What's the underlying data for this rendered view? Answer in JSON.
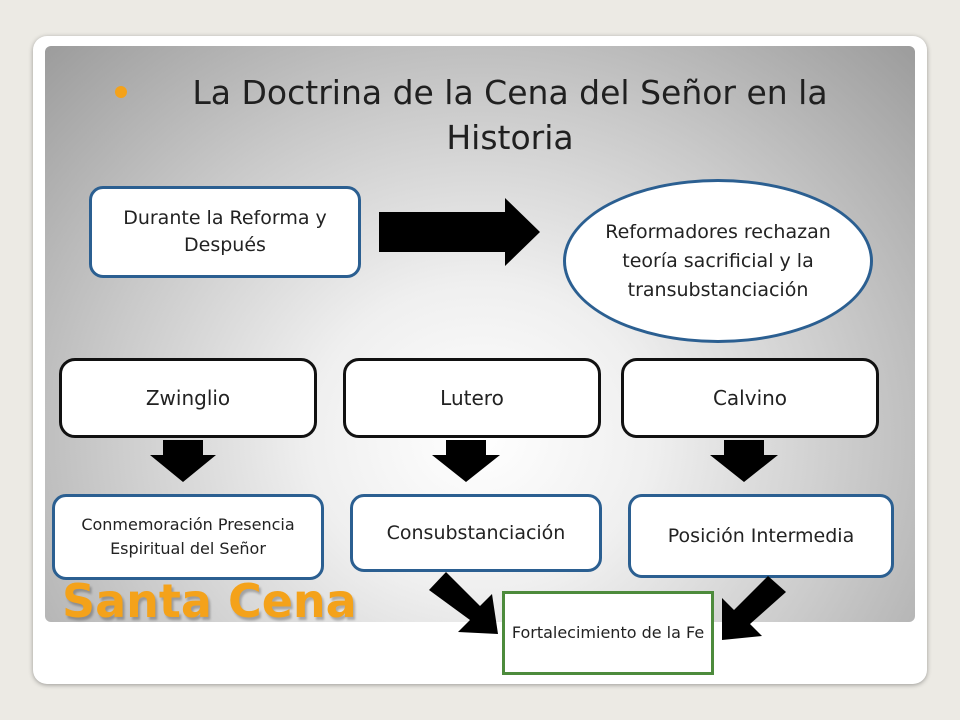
{
  "title": "La Doctrina de la Cena del Señor en la Historia",
  "watermark": "Santa Cena",
  "top_left_box": "Durante la Reforma y Después",
  "top_right_ellipse": "Reformadores rechazan teoría sacrificial y la transubstanciación",
  "reformers": [
    {
      "name": "Zwinglio",
      "position": "Conmemoración Presencia   Espiritual del Señor"
    },
    {
      "name": "Lutero",
      "position": "Consubstanciación"
    },
    {
      "name": "Calvino",
      "position": "Posición Intermedia"
    }
  ],
  "result": "Fortalecimiento de la Fe",
  "colors": {
    "accent": "#f4a21a",
    "box_border": "#2b5f91",
    "result_border": "#4d8b3c",
    "arrow": "#000000"
  }
}
